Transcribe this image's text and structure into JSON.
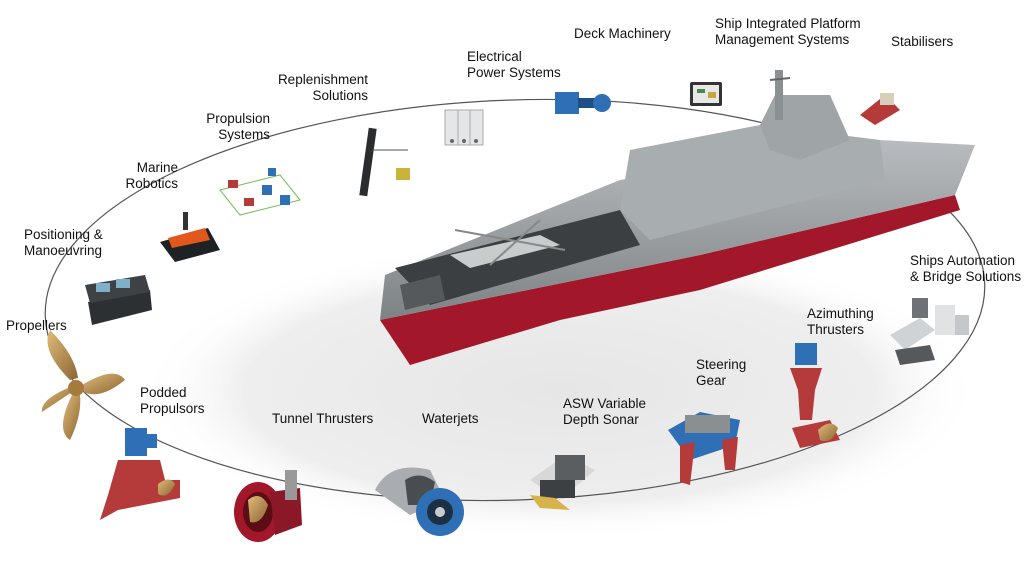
{
  "labels": {
    "stabilisers": "Stabilisers",
    "platform": "Ship Integrated Platform\nManagement Systems",
    "deck": "Deck Machinery",
    "electrical": "Electrical\nPower Systems",
    "replenishment": "Replenishment\nSolutions",
    "propulsion": "Propulsion\nSystems",
    "robotics": "Marine\nRobotics",
    "positioning": "Positioning &\nManoeuvring",
    "propellers": "Propellers",
    "podded": "Podded\nPropulsors",
    "tunnel": "Tunnel Thrusters",
    "waterjets": "Waterjets",
    "sonar": "ASW Variable\nDepth Sonar",
    "steering": "Steering\nGear",
    "azimuthing": "Azimuthing\nThrusters",
    "automation": "Ships Automation\n& Bridge Solutions"
  },
  "colors": {
    "hull_grey": "#9ea3a6",
    "hull_red": "#a3172a",
    "deck_dark": "#3b3f42",
    "blue_machinery": "#2f6fb5",
    "bronze": "#b88a4a",
    "red_machinery": "#b53a3a",
    "orbit_line": "#555555"
  }
}
